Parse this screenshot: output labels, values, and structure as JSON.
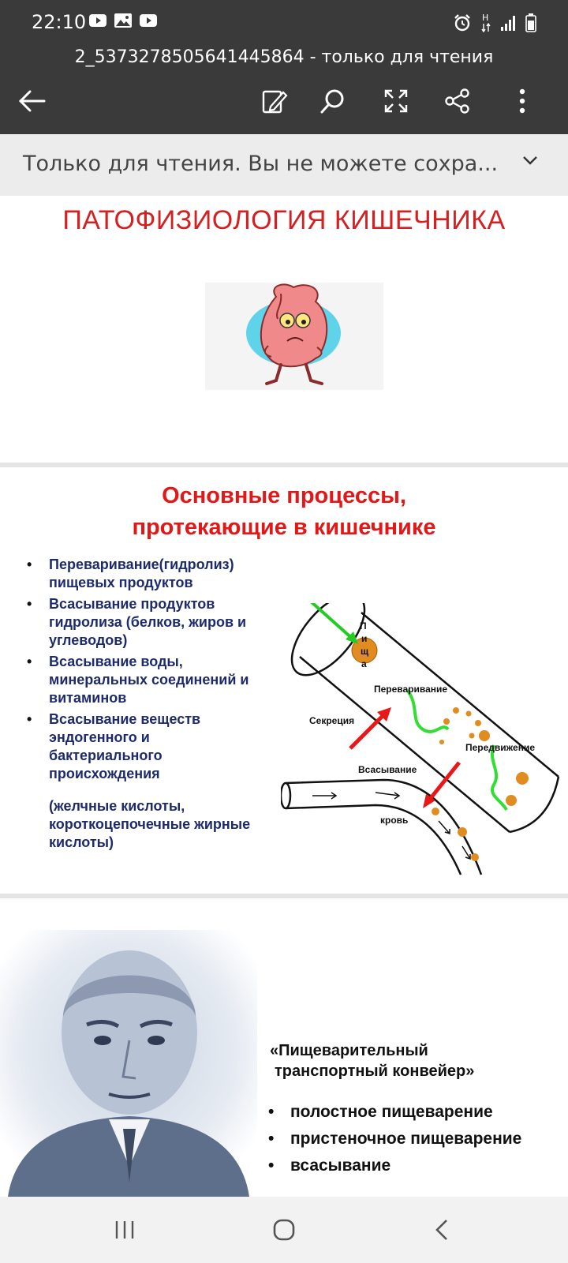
{
  "status_bar": {
    "time": "22:10",
    "left_icons": [
      "youtube-icon",
      "gallery-icon",
      "youtube-icon"
    ],
    "right_icons": [
      "alarm-icon",
      "network-h-icon",
      "signal-icon",
      "battery-icon"
    ]
  },
  "toolbar": {
    "document_title": "2_5373278505641445864 - только для чтения",
    "icons": [
      "back-arrow-icon",
      "edit-icon",
      "search-icon",
      "fullscreen-icon",
      "share-icon",
      "more-icon"
    ]
  },
  "banner": {
    "text": "Только для чтения. Вы не можете сохра...",
    "icon": "chevron-down-icon"
  },
  "slides": {
    "slide1": {
      "title": "ПАТОФИЗИОЛОГИЯ КИШЕЧНИКА"
    },
    "slide2": {
      "title_line1": "Основные процессы,",
      "title_line2": "протекающие в кишечнике",
      "bullets": [
        "Переваривание(гидролиз) пищевых продуктов",
        "Всасывание продуктов гидролиза (белков, жиров и углеводов)",
        "Всасывание воды, минеральных соединений и витаминов",
        "Всасывание веществ эндогенного и бактериального происхождения"
      ],
      "note": "(желчные кислоты, короткоцепочечные жирные кислоты)",
      "diagram_labels": {
        "food_1": "П",
        "food_2": "и",
        "food_3": "щ",
        "food_4": "а",
        "digestion": "Переваривание",
        "secretion": "Секреция",
        "movement": "Передвижение",
        "absorption": "Всасывание",
        "blood": "кровь"
      }
    },
    "slide3": {
      "heading_line1": "«Пищеварительный",
      "heading_line2": "транспортный конвейер»",
      "bullets": [
        "полостное пищеварение",
        "пристеночное пищеварение",
        "всасывание"
      ]
    }
  },
  "nav_bar": {
    "icons": [
      "recent-apps-icon",
      "home-icon",
      "back-icon"
    ]
  },
  "colors": {
    "toolbar_bg": "#3a3a3a",
    "slide1_title": "#d42020",
    "slide2_title": "#e01818",
    "bullet_text": "#1d2b6b"
  }
}
